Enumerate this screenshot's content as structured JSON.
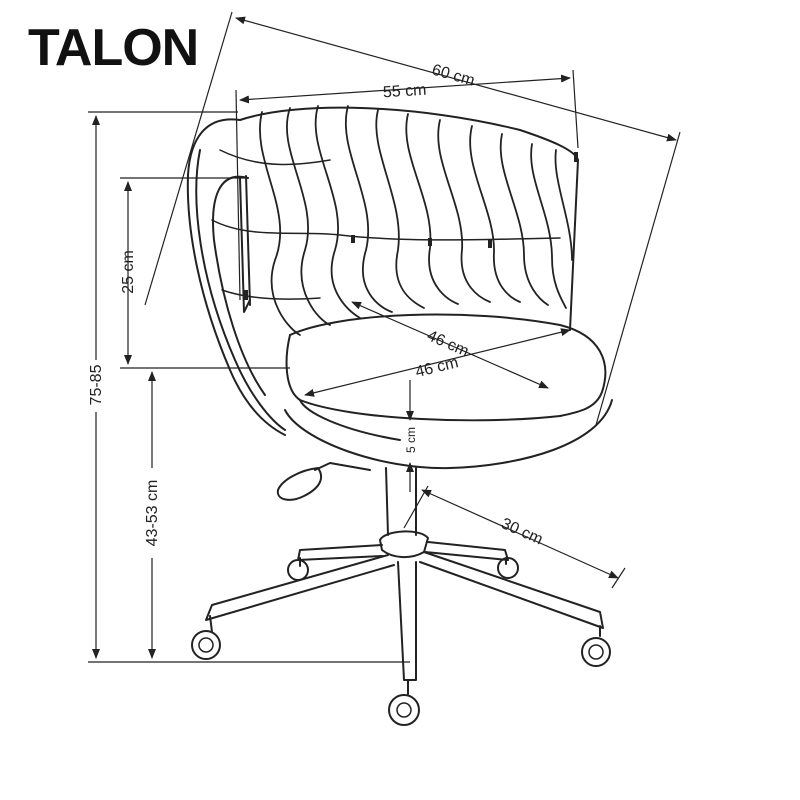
{
  "product": {
    "name": "TALON"
  },
  "dimensions": {
    "overall_width": "60 cm",
    "back_width": "55 cm",
    "backrest_height": "25 cm",
    "seat_depth": "46 cm",
    "seat_width": "46 cm",
    "total_height": "75-85",
    "seat_height": "43-53 cm",
    "seat_thickness": "5 cm",
    "base_radius": "30 cm"
  }
}
